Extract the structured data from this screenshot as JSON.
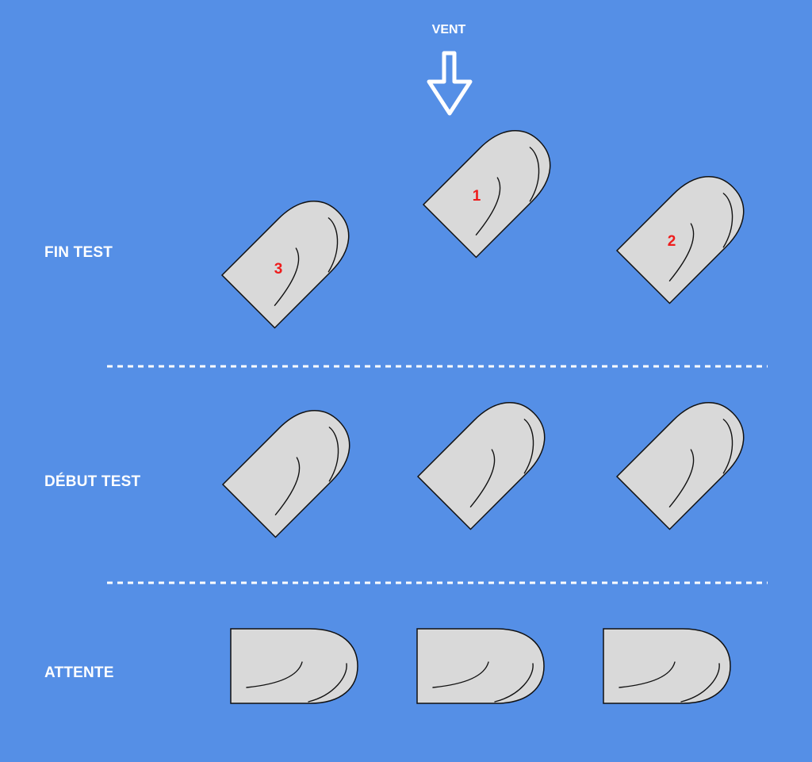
{
  "wind": {
    "label": "VENT",
    "icon": "arrow-down-icon"
  },
  "rows": [
    {
      "label": "FIN TEST",
      "orientation": "tilted",
      "items": [
        {
          "order": "3"
        },
        {
          "order": "1"
        },
        {
          "order": "2"
        }
      ]
    },
    {
      "label": "DÉBUT TEST",
      "orientation": "tilted",
      "items": [
        {
          "order": ""
        },
        {
          "order": ""
        },
        {
          "order": ""
        }
      ]
    },
    {
      "label": "ATTENTE",
      "orientation": "flat",
      "items": [
        {
          "order": ""
        },
        {
          "order": ""
        },
        {
          "order": ""
        }
      ]
    }
  ],
  "colors": {
    "background": "#558fe6",
    "shape_fill": "#d9d9d9",
    "order_number": "#ee1c1c",
    "divider": "#ffffff"
  }
}
